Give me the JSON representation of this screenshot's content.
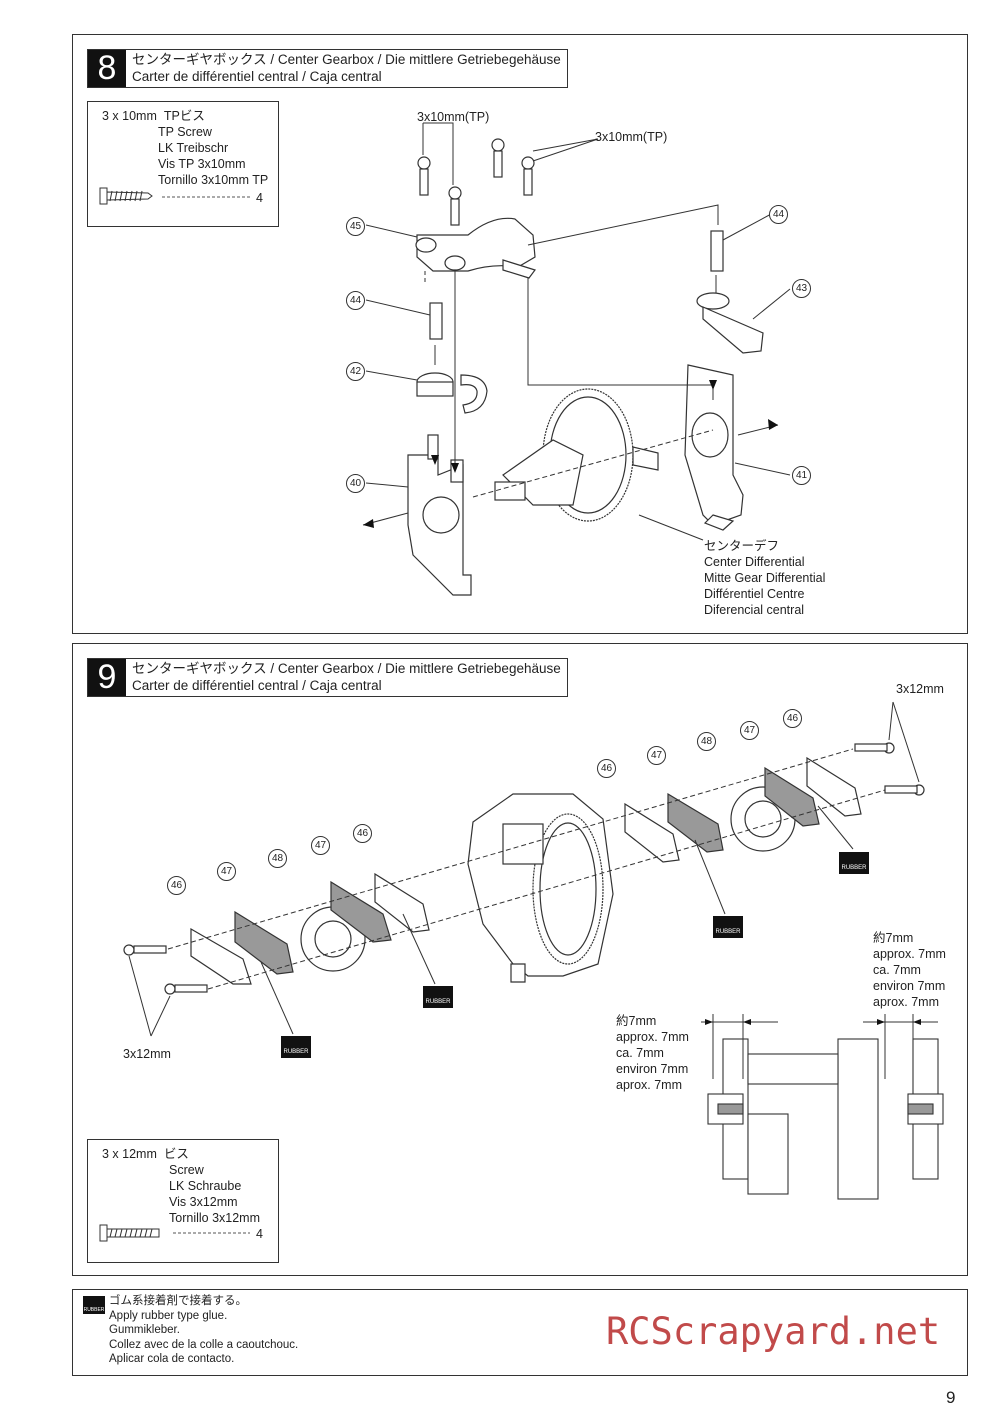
{
  "step8": {
    "number": "8",
    "title_line1": "センターギヤボックス / Center Gearbox / Die mittlere Getriebegehäuse",
    "title_line2": "Carter de différentiel central / Caja central",
    "parts": {
      "size": "3 x 10mm",
      "name_jp": "TPビス",
      "names": [
        "TP Screw",
        "LK Treibschr",
        "Vis TP 3x10mm",
        "Tornillo 3x10mm TP"
      ],
      "qty": "4"
    },
    "labels": {
      "screw_left": "3x10mm(TP)",
      "screw_right": "3x10mm(TP)"
    },
    "callouts": {
      "c45": "45",
      "c44a": "44",
      "c44b": "44",
      "c43": "43",
      "c42": "42",
      "c40": "40",
      "c41": "41"
    },
    "center_diff": [
      "センターデフ",
      "Center Differential",
      "Mitte Gear Differential",
      "Différentiel Centre",
      "Diferencial central"
    ]
  },
  "step9": {
    "number": "9",
    "title_line1": "センターギヤボックス / Center Gearbox / Die mittlere Getriebegehäuse",
    "title_line2": "Carter de différentiel central / Caja central",
    "parts": {
      "size": "3 x 12mm",
      "name_jp": "ビス",
      "names": [
        "Screw",
        "LK Schraube",
        "Vis 3x12mm",
        "Tornillo 3x12mm"
      ],
      "qty": "4"
    },
    "labels": {
      "screw_right": "3x12mm",
      "screw_left": "3x12mm",
      "rubber": "RUBBER"
    },
    "callouts_left": [
      "46",
      "47",
      "48",
      "47",
      "46"
    ],
    "callouts_right": [
      "46",
      "47",
      "48",
      "47",
      "46"
    ],
    "dim_right": [
      "約7mm",
      "approx. 7mm",
      "ca. 7mm",
      "environ 7mm",
      "aprox. 7mm"
    ],
    "dim_left": [
      "約7mm",
      "approx. 7mm",
      "ca. 7mm",
      "environ 7mm",
      "aprox. 7mm"
    ]
  },
  "note": {
    "icon": "rubber-glue-icon",
    "icon_label": "RUBBER",
    "lines": [
      "ゴム系接着剤で接着する。",
      "Apply rubber type glue.",
      "Gummikleber.",
      "Collez avec de la colle a caoutchouc.",
      "Aplicar cola de contacto."
    ]
  },
  "watermark": "RCScrapyard.net",
  "page_number": "9"
}
